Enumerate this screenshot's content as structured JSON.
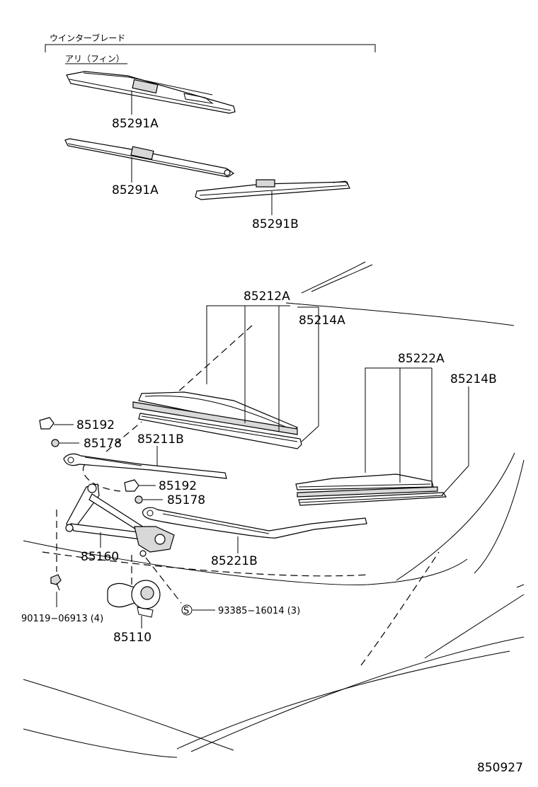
{
  "diagram": {
    "header_title": "ウインターブレード",
    "header_subtitle": "アリ（フィン）",
    "figure_id": "850927"
  },
  "callouts": {
    "c_85291A_1": "85291A",
    "c_85291A_2": "85291A",
    "c_85291B": "85291B",
    "c_85212A": "85212A",
    "c_85214A": "85214A",
    "c_85222A": "85222A",
    "c_85214B": "85214B",
    "c_85192_1": "85192",
    "c_85178_1": "85178",
    "c_85211B": "85211B",
    "c_85192_2": "85192",
    "c_85178_2": "85178",
    "c_85160": "85160",
    "c_85221B": "85221B",
    "c_90119": "90119−06913 (4)",
    "c_93385": "93385−16014 (3)",
    "c_85110": "85110",
    "s_mark": "S"
  }
}
